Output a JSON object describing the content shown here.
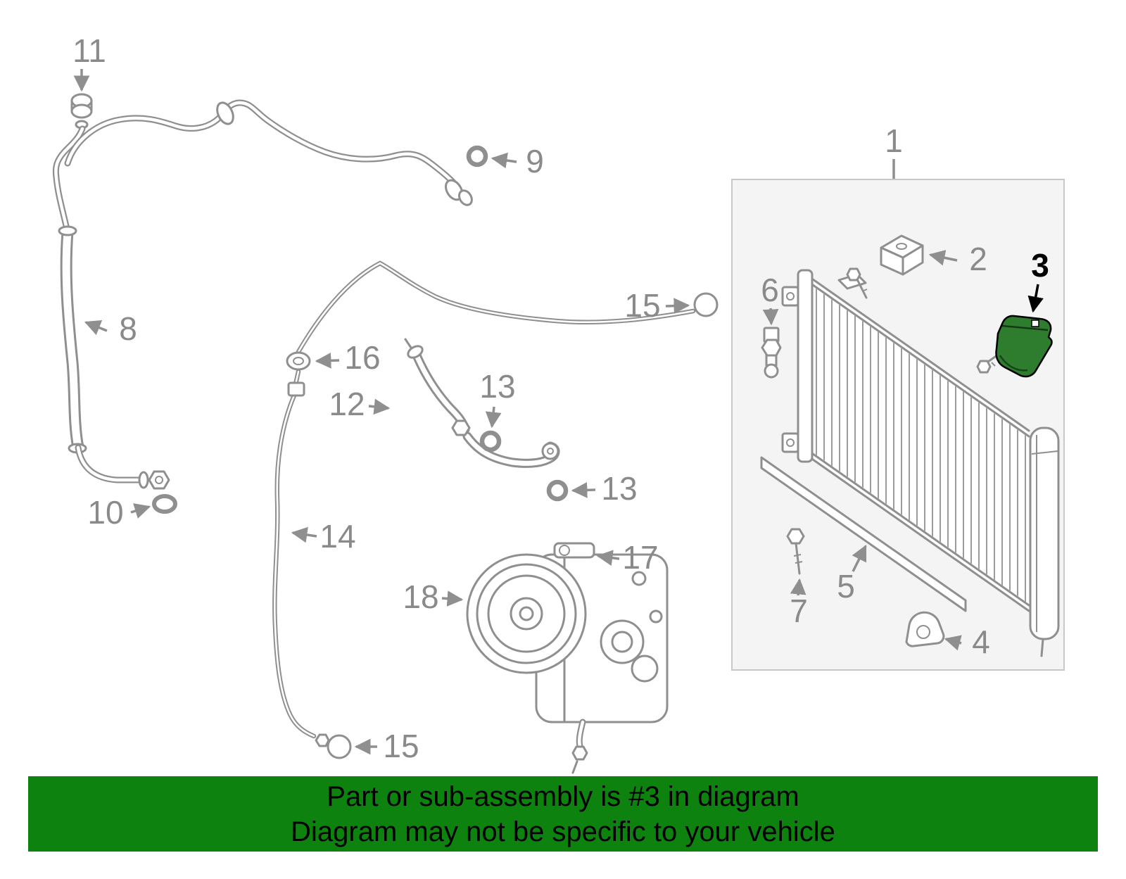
{
  "banner": {
    "line1": "Part or sub-assembly is #3 in diagram",
    "line2": "Diagram may not be specific to your vehicle"
  },
  "highlight": {
    "part_label": "3"
  },
  "colors": {
    "banner_bg": "#0E820E",
    "banner_text": "#000000",
    "line_gray": "#8F8F8F",
    "label_gray": "#8A8A8A",
    "highlight_green": "#2E7D2E",
    "highlight_outline": "#000000",
    "panel_bg": "#F4F4F4",
    "panel_border": "#C8C8C8"
  },
  "callouts": [
    {
      "label": "11"
    },
    {
      "label": "9"
    },
    {
      "label": "8"
    },
    {
      "label": "15"
    },
    {
      "label": "16"
    },
    {
      "label": "12"
    },
    {
      "label": "13"
    },
    {
      "label": "13"
    },
    {
      "label": "10"
    },
    {
      "label": "14"
    },
    {
      "label": "17"
    },
    {
      "label": "18"
    },
    {
      "label": "15"
    },
    {
      "label": "1"
    },
    {
      "label": "2"
    },
    {
      "label": "3"
    },
    {
      "label": "6"
    },
    {
      "label": "5"
    },
    {
      "label": "7"
    },
    {
      "label": "4"
    }
  ]
}
